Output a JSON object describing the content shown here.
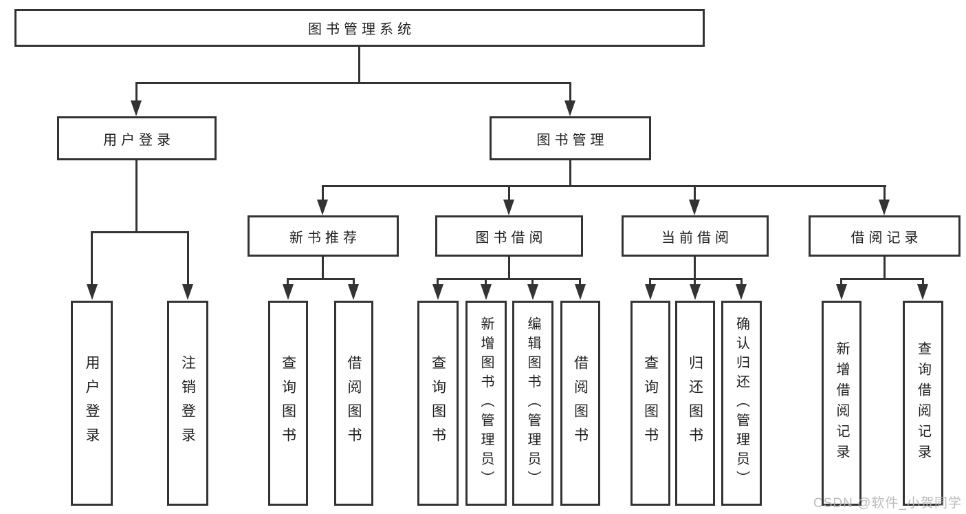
{
  "colors": {
    "line": "#333333",
    "text": "#1f1f1f",
    "box_background": "#ffffff",
    "page_background": "#ffffff"
  },
  "watermark": {
    "text": "CSDN @软件_小贺同学",
    "color": "#b4b4b4"
  },
  "tree": {
    "root": {
      "label": "图书管理系统"
    },
    "branches": [
      {
        "label": "用户登录",
        "children": [
          {
            "label": "用户登录"
          },
          {
            "label": "注销登录"
          }
        ]
      },
      {
        "label": "图书管理",
        "children": [
          {
            "label": "新书推荐",
            "children": [
              {
                "label": "查询图书"
              },
              {
                "label": "借阅图书"
              }
            ]
          },
          {
            "label": "图书借阅",
            "children": [
              {
                "label": "查询图书"
              },
              {
                "label": "新增图书（管理员）"
              },
              {
                "label": "编辑图书（管理员）"
              },
              {
                "label": "借阅图书"
              }
            ]
          },
          {
            "label": "当前借阅",
            "children": [
              {
                "label": "查询图书"
              },
              {
                "label": "归还图书"
              },
              {
                "label": "确认归还（管理员）"
              }
            ]
          },
          {
            "label": "借阅记录",
            "children": [
              {
                "label": "新增借阅记录"
              },
              {
                "label": "查询借阅记录"
              }
            ]
          }
        ]
      }
    ]
  }
}
